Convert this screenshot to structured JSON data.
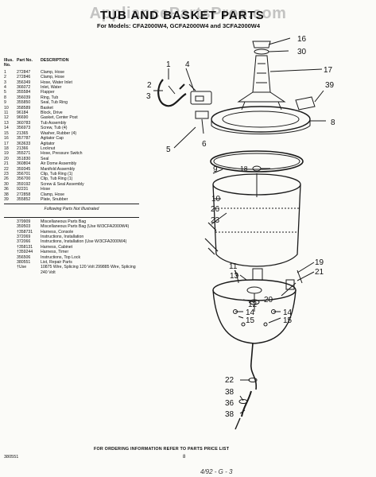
{
  "watermark": "AppliancePartsPros.com",
  "title": "TUB AND BASKET PARTS",
  "models": "For Models: CFA2000W4, GCFA2000W4 and 3CFA2000W4",
  "table": {
    "col_illus": "Illus. No.",
    "col_part": "Part No.",
    "col_desc": "DESCRIPTION"
  },
  "parts": [
    {
      "illus": "1",
      "part": "272847",
      "desc": "Clamp, Hose"
    },
    {
      "illus": "2",
      "part": "272846",
      "desc": "Clamp, Hose"
    },
    {
      "illus": "3",
      "part": "356349",
      "desc": "Hose, Water Inlet"
    },
    {
      "illus": "4",
      "part": "366072",
      "desc": "Inlet, Water"
    },
    {
      "illus": "5",
      "part": "355584",
      "desc": "Flapper"
    },
    {
      "illus": "8",
      "part": "356039",
      "desc": "Ring, Tub"
    },
    {
      "illus": "9",
      "part": "355850",
      "desc": "Seal, Tub Ring"
    },
    {
      "illus": "10",
      "part": "358589",
      "desc": "Basket"
    },
    {
      "illus": "11",
      "part": "96184",
      "desc": "Block, Drive"
    },
    {
      "illus": "12",
      "part": "96690",
      "desc": "Gasket, Center Post"
    },
    {
      "illus": "13",
      "part": "360783",
      "desc": "Tub Assembly"
    },
    {
      "illus": "14",
      "part": "356973",
      "desc": "Screw, Tub (4)"
    },
    {
      "illus": "15",
      "part": "21365",
      "desc": "Washer, Rubber (4)"
    },
    {
      "illus": "16",
      "part": "357787",
      "desc": "Agitator Cap"
    },
    {
      "illus": "17",
      "part": "363633",
      "desc": "Agitator"
    },
    {
      "illus": "18",
      "part": "21366",
      "desc": "Locknut"
    },
    {
      "illus": "19",
      "part": "355271",
      "desc": "Hose, Pressure Switch"
    },
    {
      "illus": "20",
      "part": "351830",
      "desc": "Seal"
    },
    {
      "illus": "21",
      "part": "360804",
      "desc": "Air Dome Assembly"
    },
    {
      "illus": "22",
      "part": "359345",
      "desc": "Manifold Assembly"
    },
    {
      "illus": "23",
      "part": "356701",
      "desc": "Clip, Tub Ring (1)"
    },
    {
      "illus": "26",
      "part": "356700",
      "desc": "Clip, Tub Ring (1)"
    },
    {
      "illus": "30",
      "part": "359192",
      "desc": "Screw & Seal Assembly"
    },
    {
      "illus": "36",
      "part": "92231",
      "desc": "Hose"
    },
    {
      "illus": "38",
      "part": "272858",
      "desc": "Clamp, Hose"
    },
    {
      "illus": "39",
      "part": "355852",
      "desc": "Plate, Snubber"
    }
  ],
  "not_illustrated_note": "Following Parts Not Illustrated",
  "extra_parts": [
    {
      "illus": "",
      "part": "379909",
      "desc": "Miscellaneous Parts Bag"
    },
    {
      "illus": "",
      "part": "359503",
      "desc": "Miscellaneous Parts Bag (Use W/3CFA2000W4)"
    },
    {
      "illus": "",
      "part": "†358731",
      "desc": "Harness, Console"
    },
    {
      "illus": "",
      "part": "372069",
      "desc": "Instructions, Installation"
    },
    {
      "illus": "",
      "part": "372066",
      "desc": "Instructions, Installation (Use W/3CFA2000W4)"
    },
    {
      "illus": "",
      "part": "†358131",
      "desc": "Harness, Cabinet"
    },
    {
      "illus": "",
      "part": "†359244",
      "desc": "Harness, Timer"
    },
    {
      "illus": "",
      "part": "356506",
      "desc": "Instructions, Top Lock"
    },
    {
      "illus": "",
      "part": "380551",
      "desc": "List, Repair Parts"
    },
    {
      "illus": "",
      "part": "†Use",
      "desc": "10875 Wire, Splicing 120 Volt 299885 Wire, Splicing 240 Volt"
    }
  ],
  "callouts": {
    "c1": "1",
    "c2": "2",
    "c3": "3",
    "c4": "4",
    "c5": "5",
    "c6": "6",
    "c8": "8",
    "c9": "9",
    "c10": "10",
    "c11": "11",
    "c12": "12",
    "c13": "13",
    "c14a": "14",
    "c14b": "14",
    "c15a": "15",
    "c15b": "15",
    "c16": "16",
    "c17": "17",
    "c18": "18",
    "c19": "19",
    "c20": "20",
    "c21": "21",
    "c22": "22",
    "c23": "23",
    "c26": "26",
    "c30": "30",
    "c36": "36",
    "c38a": "38",
    "c38b": "38",
    "c39": "39"
  },
  "footer": "FOR ORDERING INFORMATION REFER TO PARTS PRICE LIST",
  "doc_number": "380551",
  "page_number": "8",
  "handwriting": "4/92 - G - 3"
}
